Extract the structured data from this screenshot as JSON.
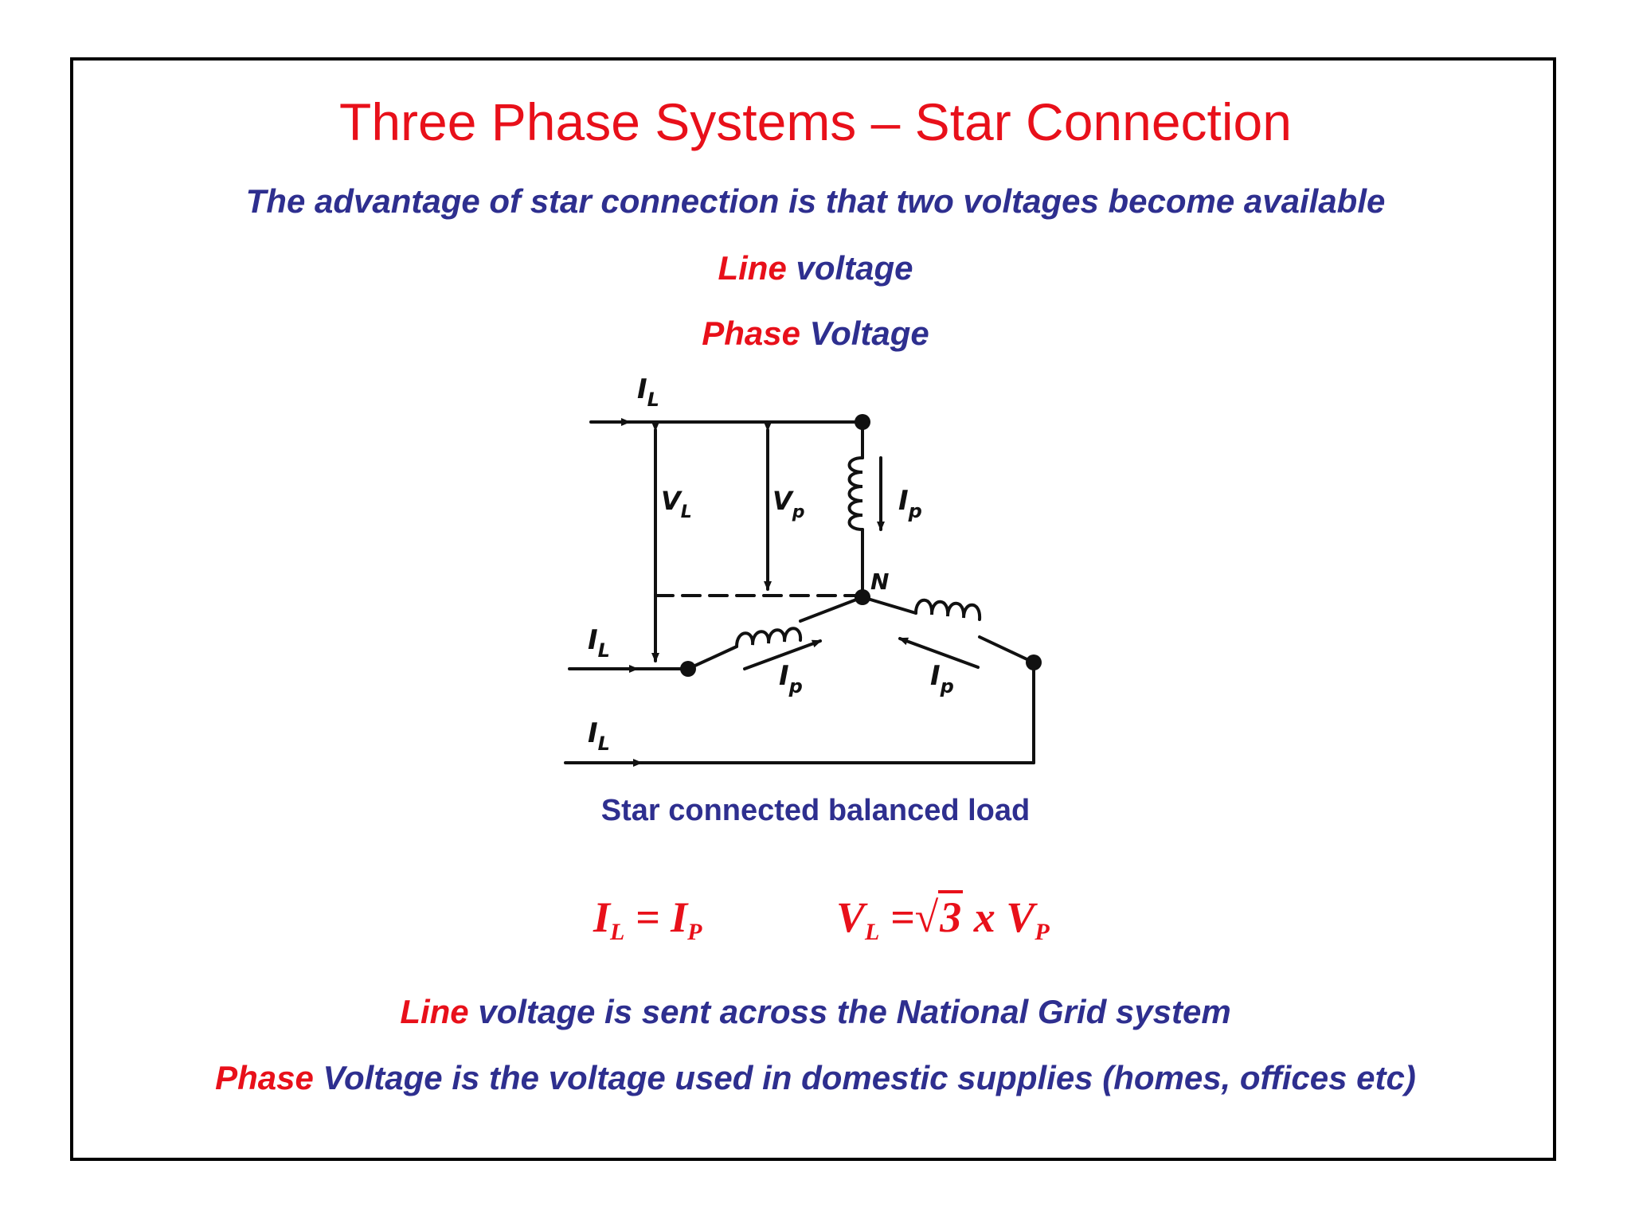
{
  "title": "Three Phase Systems – Star Connection",
  "subtitle": "The advantage of star connection is that two voltages become available",
  "voltages": {
    "line_word": "Line",
    "line_rest": " voltage",
    "phase_word": "Phase",
    "phase_rest": " Voltage"
  },
  "diagram": {
    "labels": {
      "il_top": "I",
      "il_sub": "L",
      "vl": "V",
      "vl_sub": "L",
      "vp": "V",
      "vp_sub": "p",
      "ip": "I",
      "ip_sub": "p",
      "neutral": "N"
    },
    "caption": "Star connected balanced load"
  },
  "formulas": {
    "f1_lhs": "I",
    "f1_lhs_sub": "L",
    "f1_eq": " = ",
    "f1_rhs": "I",
    "f1_rhs_sub": "P",
    "f2_lhs": "V",
    "f2_lhs_sub": "L",
    "f2_eq": " =",
    "f2_sqrt": "√",
    "f2_arg": "3",
    "f2_times": " x ",
    "f2_rhs": "V",
    "f2_rhs_sub": "P"
  },
  "footer": {
    "line1_word": "Line",
    "line1_rest": " voltage is sent across the National Grid system",
    "line2_word": "Phase",
    "line2_rest": " Voltage is the voltage used in domestic supplies (homes, offices etc)"
  },
  "colors": {
    "title_red": "#e8101a",
    "body_blue": "#2e2f8f",
    "frame": "#000000"
  }
}
